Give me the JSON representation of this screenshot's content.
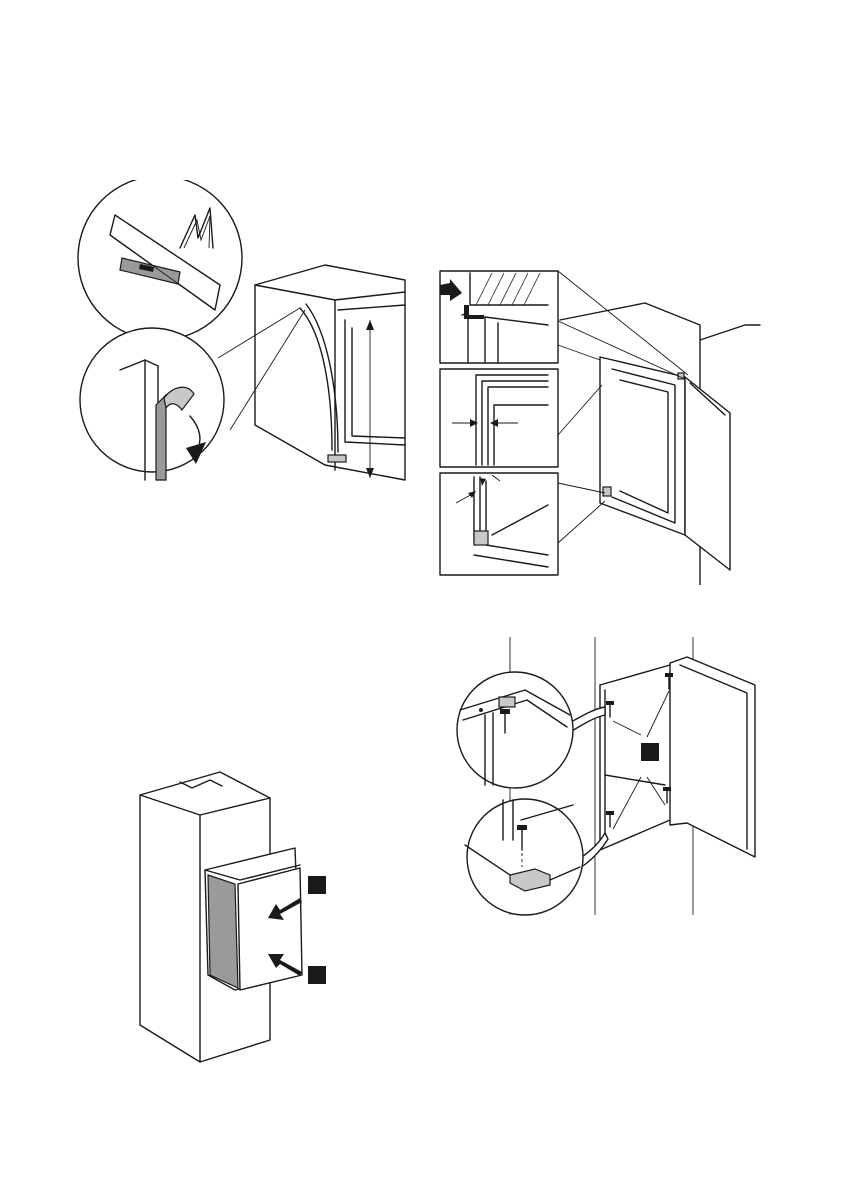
{
  "figures": [
    {
      "id": "fig-1",
      "icon": "trim-seal-strip-illustration"
    },
    {
      "id": "fig-2",
      "icon": "door-alignment-check-illustration"
    },
    {
      "id": "fig-3",
      "icon": "push-appliance-into-cabinet-illustration"
    },
    {
      "id": "fig-4",
      "icon": "screw-fixing-illustration"
    }
  ],
  "colors": {
    "line": "#1a1a1a",
    "fill_grey": "#9a9a9a",
    "marker": "#1a1a1a"
  }
}
